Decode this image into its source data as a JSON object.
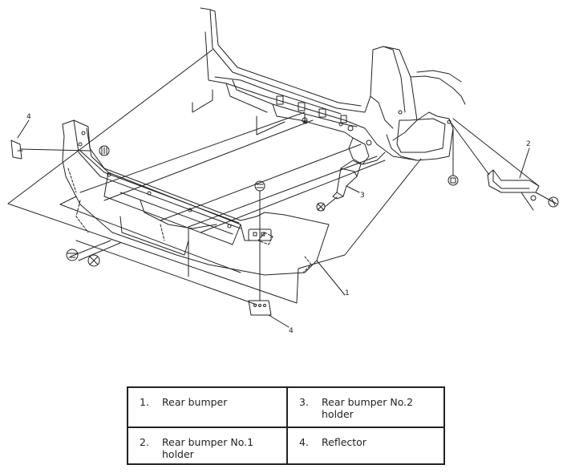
{
  "callouts": {
    "c1": "1",
    "c2": "2",
    "c3": "3",
    "c4_left": "4",
    "c4_bottom": "4"
  },
  "legend": {
    "items": [
      {
        "num": "1.",
        "text": "Rear bumper"
      },
      {
        "num": "3.",
        "text": "Rear bumper No.2 holder"
      },
      {
        "num": "2.",
        "text": "Rear bumper No.1 holder"
      },
      {
        "num": "4.",
        "text": "Reflector"
      }
    ]
  }
}
